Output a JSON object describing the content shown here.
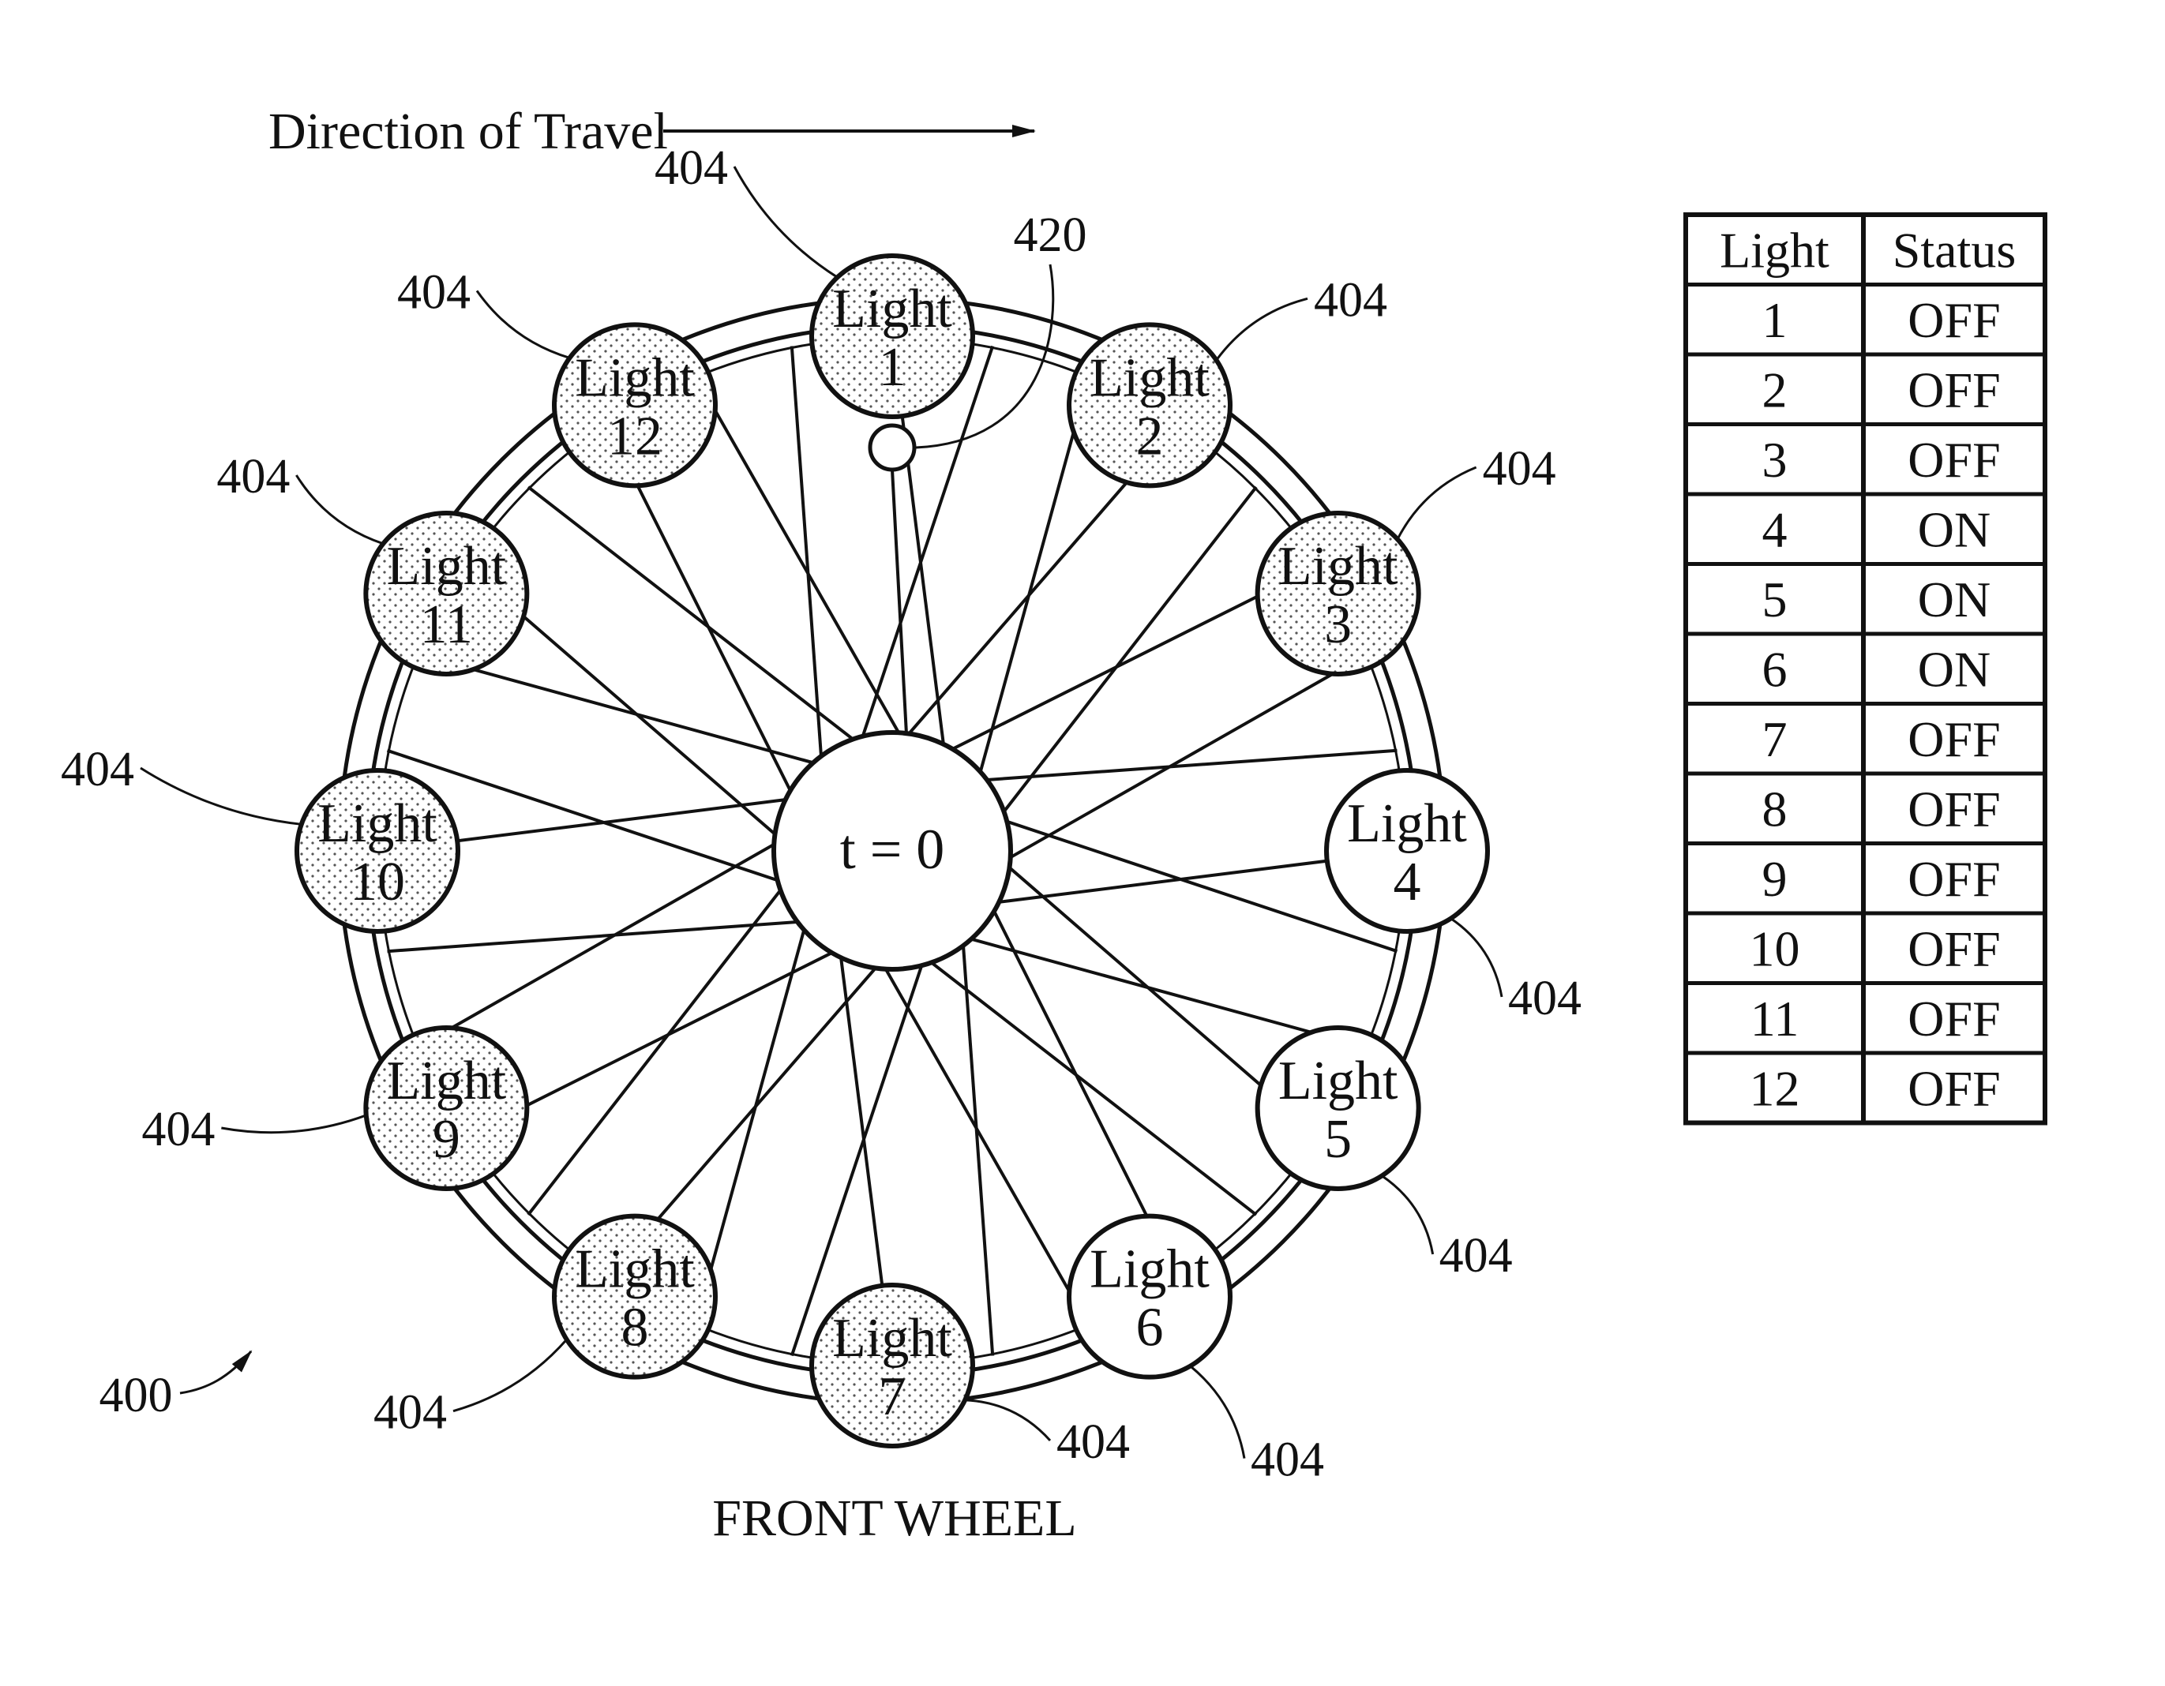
{
  "figure": {
    "direction_label": "Direction of Travel",
    "wheel_caption": "FRONT WHEEL",
    "hub_label": "t = 0",
    "figure_ref": "400",
    "sensor_ref": "420",
    "light_ref": "404"
  },
  "lights": [
    {
      "word": "Light",
      "number": "1",
      "status": "OFF"
    },
    {
      "word": "Light",
      "number": "2",
      "status": "OFF"
    },
    {
      "word": "Light",
      "number": "3",
      "status": "OFF"
    },
    {
      "word": "Light",
      "number": "4",
      "status": "ON"
    },
    {
      "word": "Light",
      "number": "5",
      "status": "ON"
    },
    {
      "word": "Light",
      "number": "6",
      "status": "ON"
    },
    {
      "word": "Light",
      "number": "7",
      "status": "OFF"
    },
    {
      "word": "Light",
      "number": "8",
      "status": "OFF"
    },
    {
      "word": "Light",
      "number": "9",
      "status": "OFF"
    },
    {
      "word": "Light",
      "number": "10",
      "status": "OFF"
    },
    {
      "word": "Light",
      "number": "11",
      "status": "OFF"
    },
    {
      "word": "Light",
      "number": "12",
      "status": "OFF"
    }
  ],
  "status_table": {
    "headers": [
      "Light",
      "Status"
    ],
    "rows": [
      [
        "1",
        "OFF"
      ],
      [
        "2",
        "OFF"
      ],
      [
        "3",
        "OFF"
      ],
      [
        "4",
        "ON"
      ],
      [
        "5",
        "ON"
      ],
      [
        "6",
        "ON"
      ],
      [
        "7",
        "OFF"
      ],
      [
        "8",
        "OFF"
      ],
      [
        "9",
        "OFF"
      ],
      [
        "10",
        "OFF"
      ],
      [
        "11",
        "OFF"
      ],
      [
        "12",
        "OFF"
      ]
    ]
  },
  "colors": {
    "ink": "#111111",
    "off_dot": "#555555",
    "on_fill": "#ffffff"
  }
}
